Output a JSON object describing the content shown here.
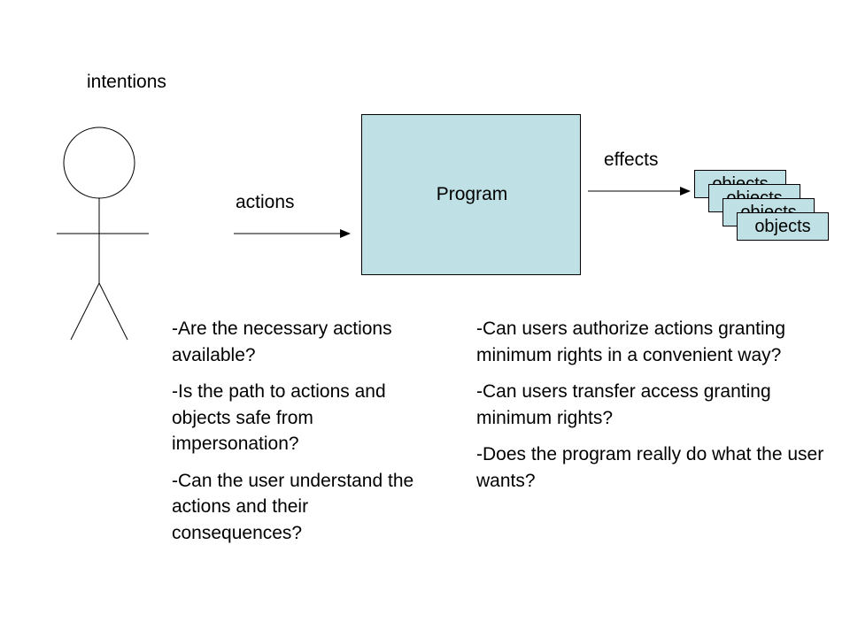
{
  "labels": {
    "intentions": "intentions",
    "actions": "actions",
    "effects": "effects",
    "program": "Program"
  },
  "objects": [
    "objects",
    "objects",
    "objects",
    "objects"
  ],
  "questions_left": [
    "-Are the necessary actions available?",
    "-Is the path to actions and objects safe from impersonation?",
    "-Can the user understand the actions and their consequences?"
  ],
  "questions_right": [
    "-Can users authorize actions granting minimum rights in a convenient way?",
    "-Can users transfer access granting minimum rights?",
    "-Does the program really do what the user wants?"
  ],
  "colors": {
    "box_fill": "#bfe0e4",
    "stroke": "#000000"
  }
}
